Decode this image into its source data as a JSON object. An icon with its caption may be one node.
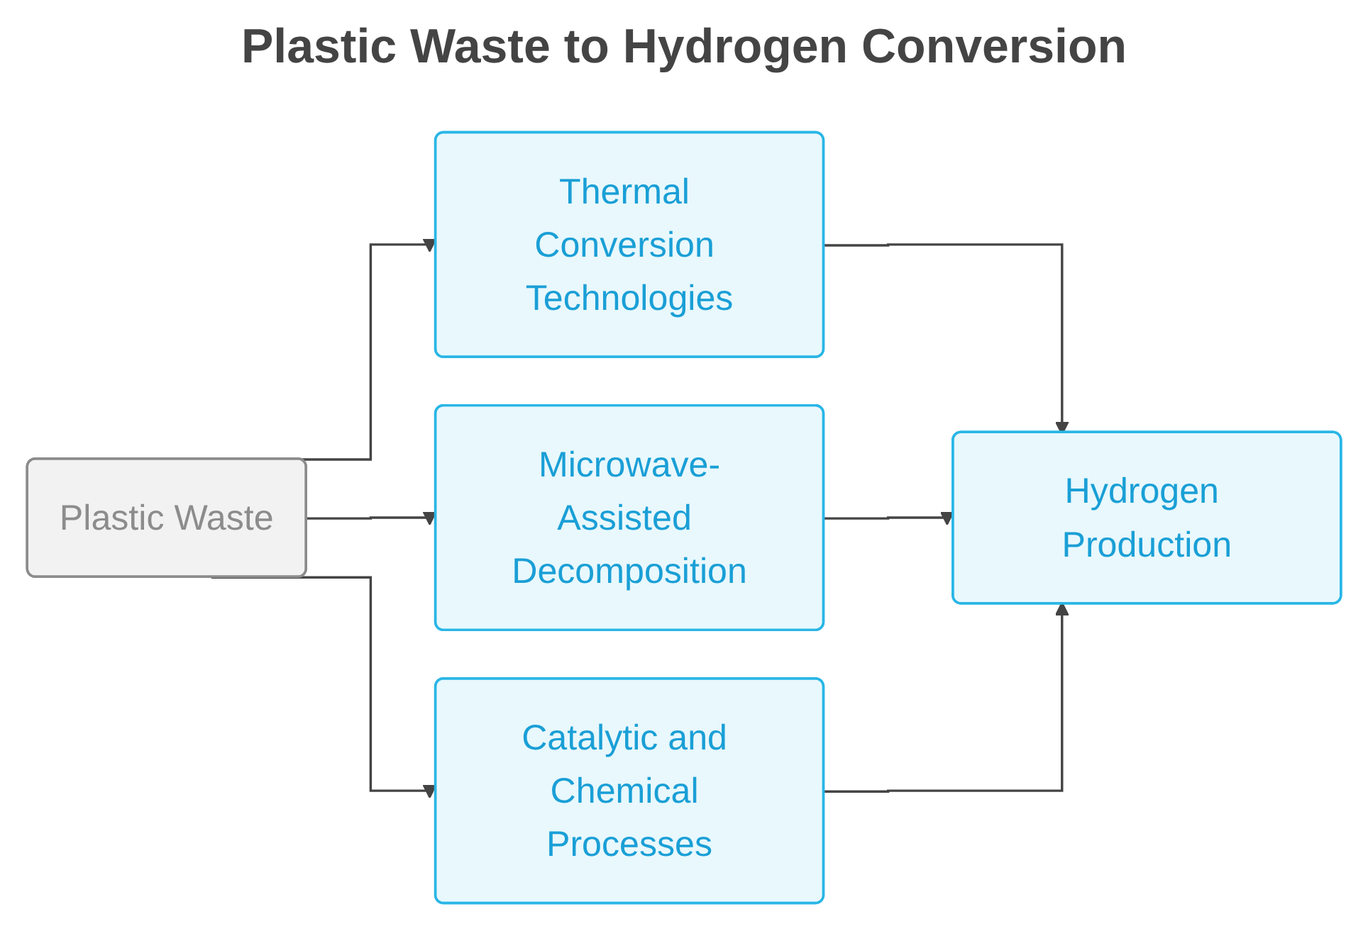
{
  "diagram": {
    "title": "Plastic Waste to Hydrogen Conversion",
    "nodes": [
      {
        "text": [
          "Plastic Waste"
        ]
      },
      {
        "text": [
          "Thermal Conversion Technologies"
        ]
      },
      {
        "text": [
          "Microwave-Assisted Decomposition"
        ]
      },
      {
        "text": [
          "Catalytic and Chemical Processes"
        ]
      },
      {
        "text": [
          "Hydrogen Production"
        ]
      }
    ],
    "edges": [
      {
        "from": 0,
        "to": 1,
        "arrow": "to"
      },
      {
        "from": 0,
        "to": 2,
        "arrow": "to"
      },
      {
        "from": 0,
        "to": 3,
        "arrow": "to"
      },
      {
        "from": 1,
        "to": 4,
        "arrow": "to"
      },
      {
        "from": 2,
        "to": 4,
        "arrow": "to"
      },
      {
        "from": 3,
        "to": 4,
        "arrow": "to"
      }
    ]
  }
}
